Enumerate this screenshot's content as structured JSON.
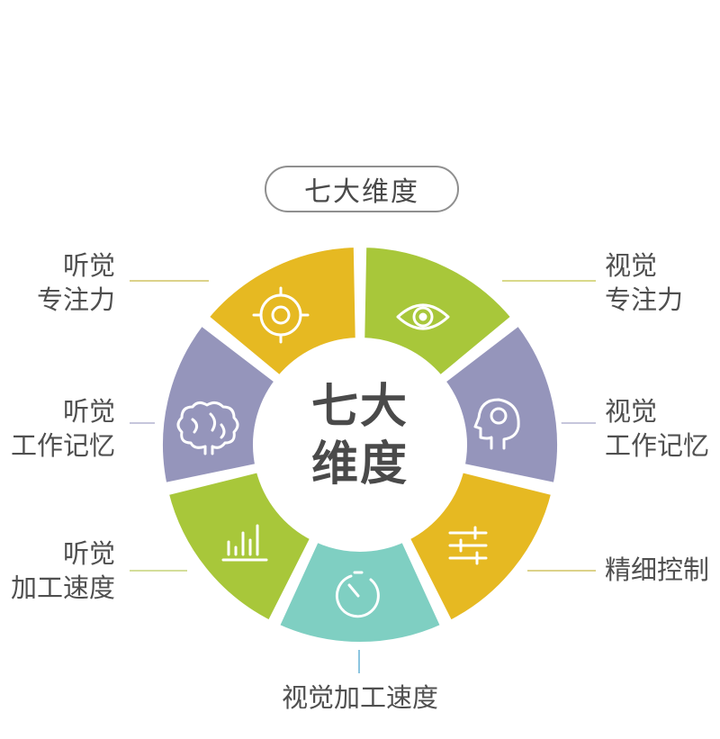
{
  "title": "七大维度",
  "center": {
    "line1": "七大",
    "line2": "维度"
  },
  "colors": {
    "green": "#a8c73a",
    "purple": "#9595bb",
    "yellow": "#e6b922",
    "teal": "#7fcfc2"
  },
  "segments": [
    {
      "id": "visual-attention",
      "line1": "视觉",
      "line2": "专注力",
      "icon": "eye-icon",
      "color": "#a8c73a"
    },
    {
      "id": "visual-working-memory",
      "line1": "视觉",
      "line2": "工作记忆",
      "icon": "head-profile-icon",
      "color": "#9595bb"
    },
    {
      "id": "fine-control",
      "line1": "精细控制",
      "line2": "",
      "icon": "sliders-icon",
      "color": "#e6b922"
    },
    {
      "id": "visual-processing-speed",
      "line1": "视觉加工速度",
      "line2": "",
      "icon": "gauge-icon",
      "color": "#7fcfc2"
    },
    {
      "id": "auditory-processing-speed",
      "line1": "听觉",
      "line2": "加工速度",
      "icon": "bar-chart-icon",
      "color": "#a8c73a"
    },
    {
      "id": "auditory-working-memory",
      "line1": "听觉",
      "line2": "工作记忆",
      "icon": "brain-icon",
      "color": "#9595bb"
    },
    {
      "id": "auditory-attention",
      "line1": "听觉",
      "line2": "专注力",
      "icon": "target-icon",
      "color": "#e6b922"
    }
  ]
}
